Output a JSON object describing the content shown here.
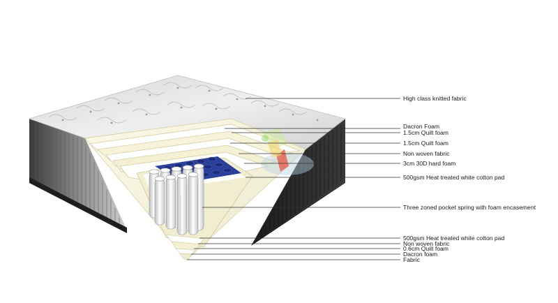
{
  "labels": {
    "top_fabric": "High class knitted fabric",
    "dacron_top": "Dacron Foam",
    "quilt_1": "1.5cm Quilt foam",
    "quilt_2": "1.5cm Quilt foam",
    "non_woven_top": "Non woven fabric",
    "hard_foam": "3cm 30D hard foam",
    "cotton_pad_top": "500gsm  Heat treated white cotton pad",
    "pocket_spring": "Three zoned pocket spring with foam encasement",
    "cotton_pad_bottom": "500gsm Heat treated white cotton pad",
    "non_woven_bottom": "Non woven fabric",
    "quilt_bottom": "0.6cm Quilt foam",
    "dacron_bottom": "Dacron foam",
    "fabric_bottom": "Fabric"
  },
  "colors": {
    "leader_line": "#333333",
    "top_fabric": "#e4e4e4",
    "side_border": "#2b2b2b",
    "foam": "#f6f2d6",
    "cotton": "#ffffff",
    "spring_pocket": "#e9e9e9",
    "spring_blue": "#2a3f9a"
  }
}
